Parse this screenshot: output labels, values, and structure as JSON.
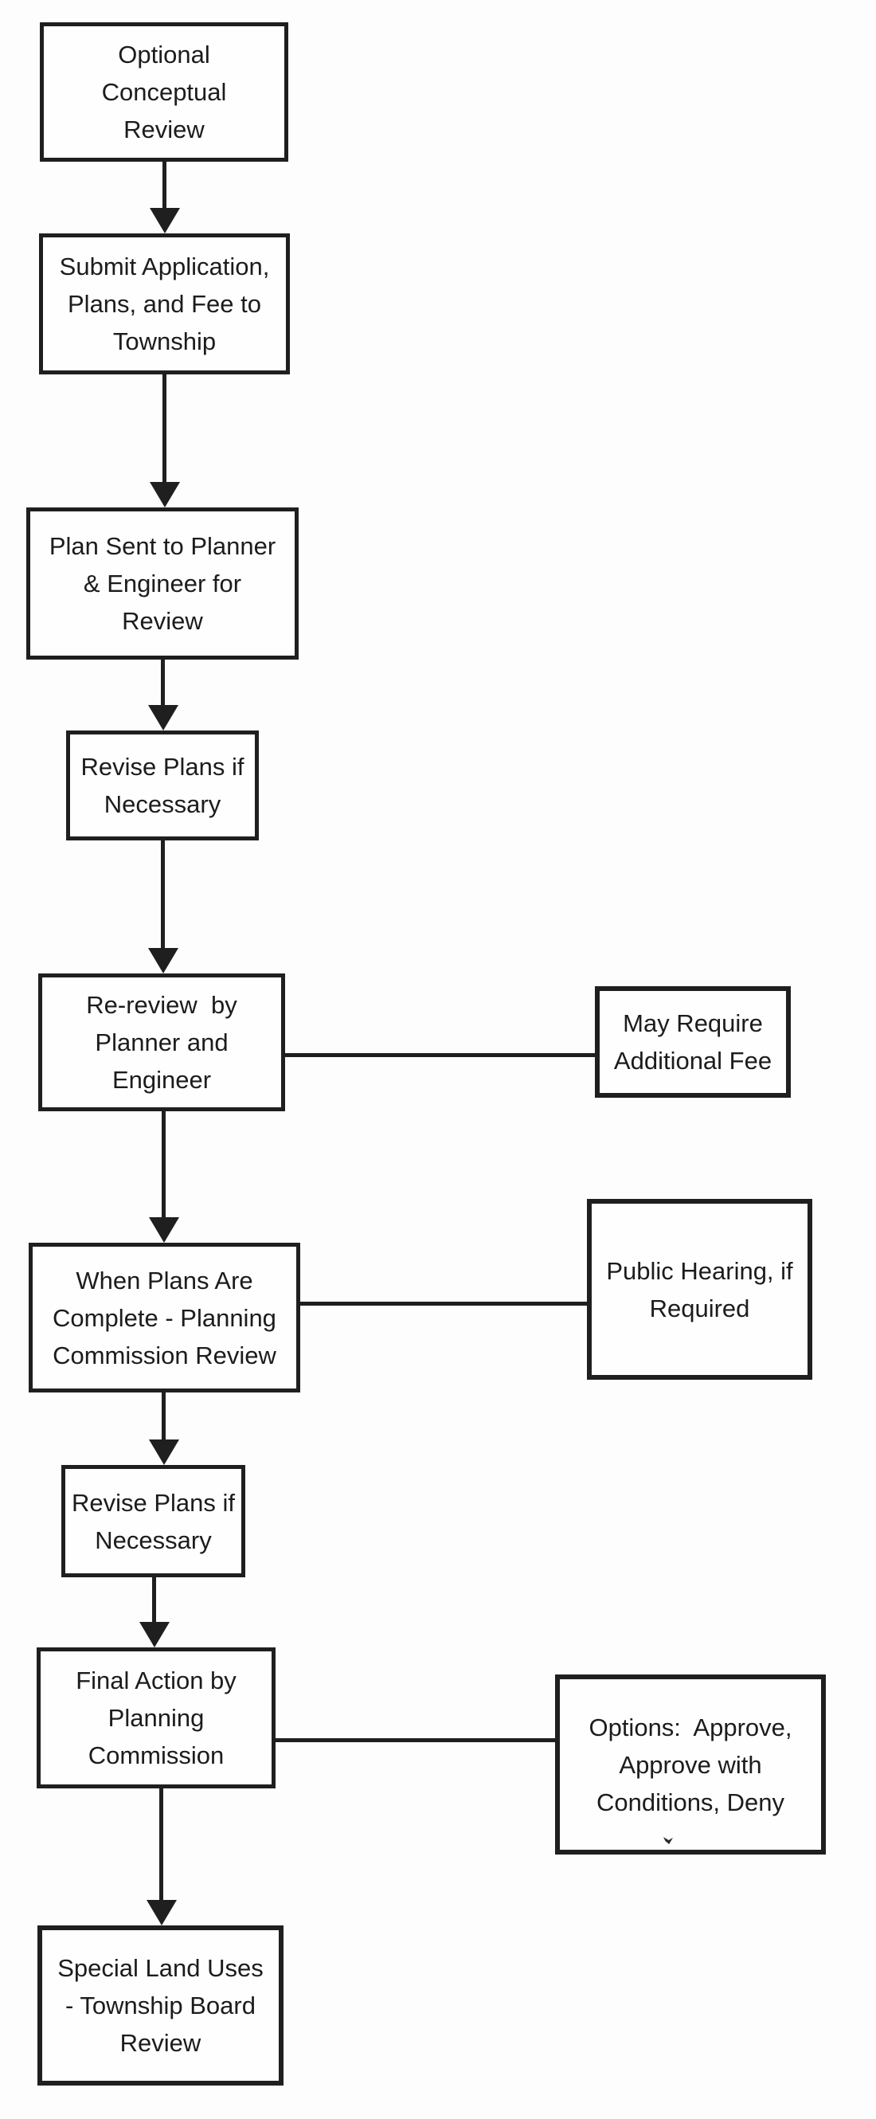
{
  "colors": {
    "ink": "#1f1f1f",
    "paper": "#fdfdfd"
  },
  "flow": {
    "nodes": [
      {
        "id": "conceptual-review",
        "lines": [
          "Optional",
          "Conceptual",
          "Review"
        ]
      },
      {
        "id": "submit-application",
        "lines": [
          "Submit Application,",
          "Plans, and Fee to",
          "Township"
        ]
      },
      {
        "id": "plan-sent",
        "lines": [
          "Plan Sent to Planner",
          "& Engineer for",
          "Review"
        ]
      },
      {
        "id": "revise-plans-1",
        "lines": [
          "Revise Plans if",
          "Necessary"
        ]
      },
      {
        "id": "re-review",
        "lines": [
          "Re-review  by",
          "Planner and",
          "Engineer"
        ]
      },
      {
        "id": "plans-complete",
        "lines": [
          "When Plans Are",
          "Complete - Planning",
          "Commission Review"
        ]
      },
      {
        "id": "revise-plans-2",
        "lines": [
          "Revise Plans if",
          "Necessary"
        ]
      },
      {
        "id": "final-action",
        "lines": [
          "Final Action by",
          "Planning",
          "Commission"
        ]
      },
      {
        "id": "special-land-uses",
        "lines": [
          "Special Land Uses",
          "- Township Board",
          "Review"
        ]
      }
    ],
    "side_nodes": [
      {
        "id": "additional-fee",
        "lines": [
          "May Require",
          "Additional Fee"
        ]
      },
      {
        "id": "public-hearing",
        "lines": [
          "Public Hearing, if",
          "Required"
        ]
      },
      {
        "id": "options",
        "lines": [
          "Options:  Approve,",
          "Approve with",
          "Conditions, Deny"
        ]
      }
    ]
  }
}
